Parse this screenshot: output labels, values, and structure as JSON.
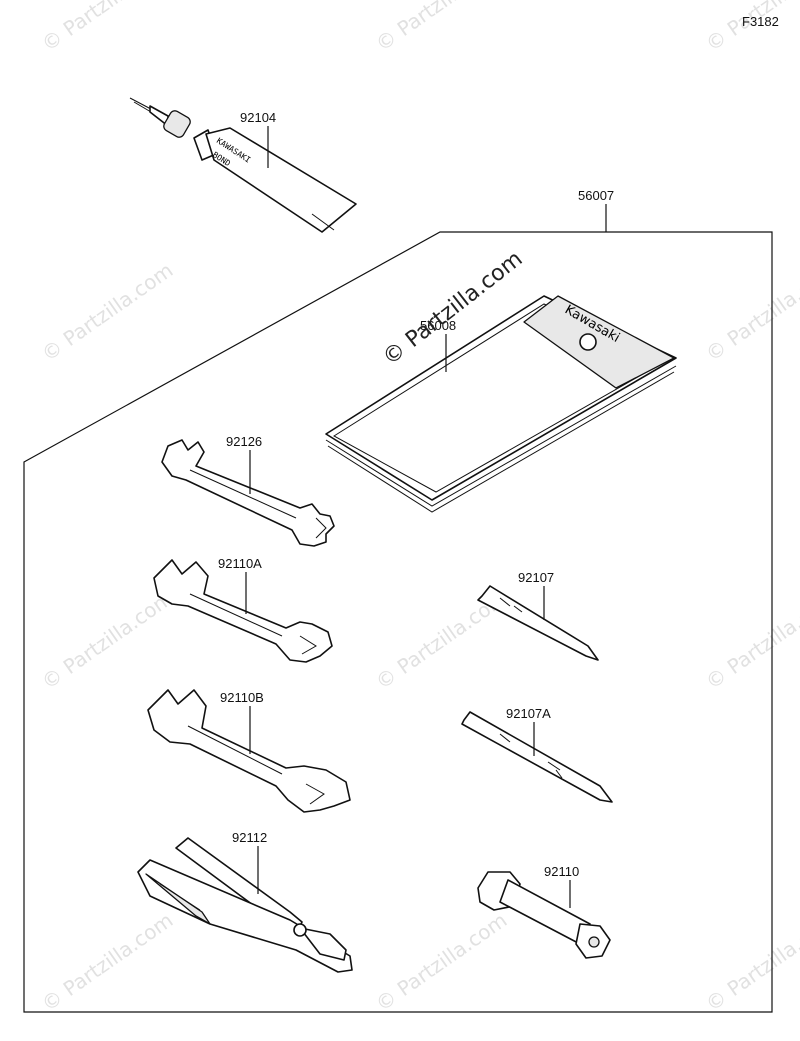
{
  "diagram": {
    "figure_code": "F3182",
    "parts": [
      {
        "id": "92104"
      },
      {
        "id": "56007"
      },
      {
        "id": "56008"
      },
      {
        "id": "92126"
      },
      {
        "id": "92110A"
      },
      {
        "id": "92110B"
      },
      {
        "id": "92112"
      },
      {
        "id": "92107"
      },
      {
        "id": "92107A"
      },
      {
        "id": "92110"
      }
    ],
    "tube_text": [
      "KAWASAKI",
      "BOND"
    ],
    "bag_text": "Kawasaki",
    "watermark": "© Partzilla.com"
  }
}
